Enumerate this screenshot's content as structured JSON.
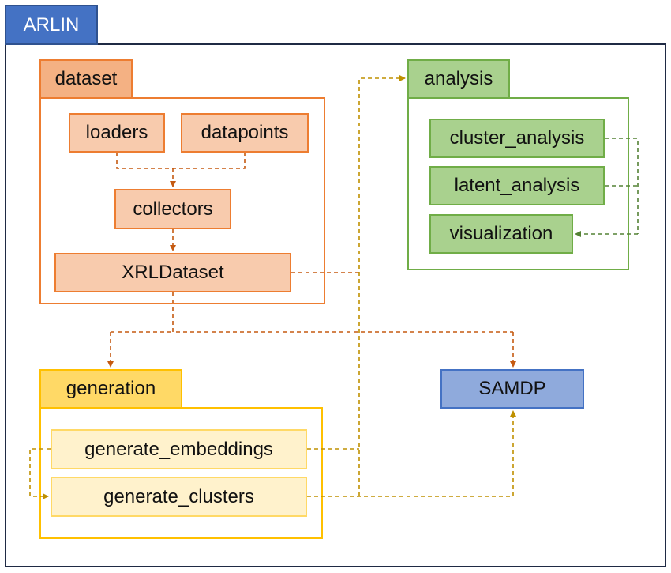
{
  "title": "ARLIN",
  "groups": {
    "dataset": {
      "label": "dataset",
      "modules": {
        "loaders": "loaders",
        "datapoints": "datapoints",
        "collectors": "collectors",
        "xrldataset": "XRLDataset"
      }
    },
    "analysis": {
      "label": "analysis",
      "modules": {
        "cluster_analysis": "cluster_analysis",
        "latent_analysis": "latent_analysis",
        "visualization": "visualization"
      }
    },
    "generation": {
      "label": "generation",
      "modules": {
        "generate_embeddings": "generate_embeddings",
        "generate_clusters": "generate_clusters"
      }
    }
  },
  "samdp": "SAMDP",
  "colors": {
    "orange_fill": "#f8cbad",
    "orange_tab": "#f4b183",
    "orange_border": "#ed7d31",
    "orange_line": "#c55a11",
    "green_fill": "#a9d18e",
    "green_border": "#70ad47",
    "green_line": "#548235",
    "yellow_fill": "#fff2cc",
    "yellow_tab": "#ffd966",
    "yellow_border": "#ffc000",
    "yellow_line": "#bf9000",
    "blue_fill": "#8faadc",
    "blue_border": "#4472c4",
    "title_fill": "#4472c4"
  }
}
